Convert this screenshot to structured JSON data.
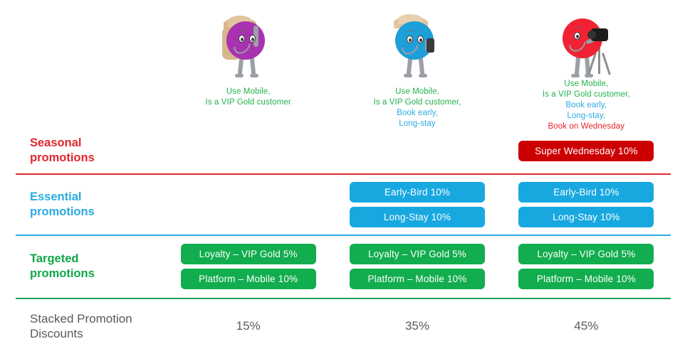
{
  "personas": [
    {
      "id": "persona-mobile-vip",
      "color": "#a832b0",
      "accessory": "backpack-hat",
      "caption_lines": [
        {
          "text": "Use Mobile,",
          "tone": "green"
        },
        {
          "text": "Is a VIP Gold customer",
          "tone": "green"
        }
      ]
    },
    {
      "id": "persona-mobile-vip-early-longstay",
      "color": "#1e9fd8",
      "accessory": "phone-cap",
      "caption_lines": [
        {
          "text": "Use Mobile,",
          "tone": "green"
        },
        {
          "text": "Is a VIP Gold customer,",
          "tone": "green"
        },
        {
          "text": "Book early,",
          "tone": "blue"
        },
        {
          "text": "Long-stay",
          "tone": "blue"
        }
      ]
    },
    {
      "id": "persona-mobile-vip-early-longstay-wednesday",
      "color": "#f02233",
      "accessory": "camera-tripod",
      "caption_lines": [
        {
          "text": "Use Mobile,",
          "tone": "green"
        },
        {
          "text": "Is a VIP Gold customer,",
          "tone": "green"
        },
        {
          "text": "Book early,",
          "tone": "blue"
        },
        {
          "text": "Long-stay,",
          "tone": "blue"
        },
        {
          "text": "Book on Wednesday",
          "tone": "red"
        }
      ]
    }
  ],
  "rows": [
    {
      "id": "seasonal",
      "label_line1": "Seasonal",
      "label_line2": "promotions",
      "color": "#e3262c",
      "cells": [
        {
          "badges": []
        },
        {
          "badges": []
        },
        {
          "badges": [
            "Super Wednesday 10%"
          ]
        }
      ]
    },
    {
      "id": "essential",
      "label_line1": "Essential",
      "label_line2": "promotions",
      "color": "#29abe2",
      "cells": [
        {
          "badges": []
        },
        {
          "badges": [
            "Early-Bird 10%",
            "Long-Stay 10%"
          ]
        },
        {
          "badges": [
            "Early-Bird 10%",
            "Long-Stay 10%"
          ]
        }
      ]
    },
    {
      "id": "targeted",
      "label_line1": "Targeted",
      "label_line2": "promotions",
      "color": "#10a64a",
      "cells": [
        {
          "badges": [
            "Loyalty – VIP Gold 5%",
            "Platform – Mobile 10%"
          ]
        },
        {
          "badges": [
            "Loyalty – VIP Gold 5%",
            "Platform – Mobile 10%"
          ]
        },
        {
          "badges": [
            "Loyalty – VIP Gold 5%",
            "Platform – Mobile 10%"
          ]
        }
      ]
    }
  ],
  "totals": {
    "label_line1": "Stacked Promotion",
    "label_line2": "Discounts",
    "values": [
      "15%",
      "35%",
      "45%"
    ]
  },
  "badge_text": {
    "seasonal_c3_1": "Super Wednesday 10%",
    "essential_c2_1": "Early-Bird 10%",
    "essential_c2_2": "Long-Stay 10%",
    "essential_c3_1": "Early-Bird 10%",
    "essential_c3_2": "Long-Stay 10%",
    "targeted_c1_1": "Loyalty – VIP Gold 5%",
    "targeted_c1_2": "Platform – Mobile 10%",
    "targeted_c2_1": "Loyalty – VIP Gold 5%",
    "targeted_c2_2": "Platform – Mobile 10%",
    "targeted_c3_1": "Loyalty – VIP Gold 5%",
    "targeted_c3_2": "Platform – Mobile 10%"
  },
  "colors": {
    "seasonal_red": "#cc0000",
    "essential_blue": "#17a8e0",
    "targeted_green": "#12ad4e",
    "divider_red": "#e3262c",
    "divider_blue": "#29abe2",
    "divider_green": "#0fa457",
    "caption_green": "#22b14c",
    "caption_blue": "#29abe2",
    "caption_red": "#e62329",
    "total_grey": "#58595b"
  }
}
